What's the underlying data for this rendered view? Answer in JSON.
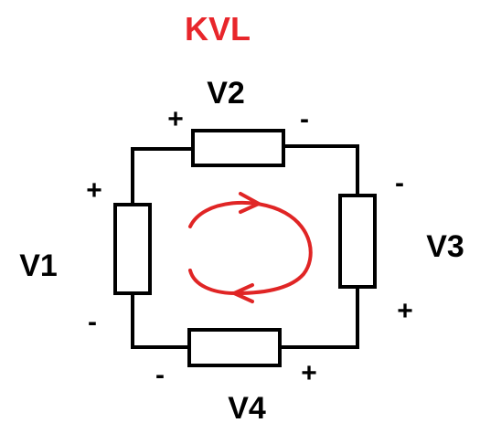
{
  "title": "KVL",
  "colors": {
    "title": "#e8262b",
    "loop_arrow": "#e02525",
    "circuit": "#000000",
    "text": "#000000"
  },
  "resistors": [
    {
      "id": "v1",
      "label": "V1",
      "plus": "+",
      "minus": "-"
    },
    {
      "id": "v2",
      "label": "V2",
      "plus": "+",
      "minus": "-"
    },
    {
      "id": "v3",
      "label": "V3",
      "plus": "+",
      "minus": "-"
    },
    {
      "id": "v4",
      "label": "V4",
      "plus": "+",
      "minus": "-"
    }
  ],
  "loop_direction": "clockwise"
}
